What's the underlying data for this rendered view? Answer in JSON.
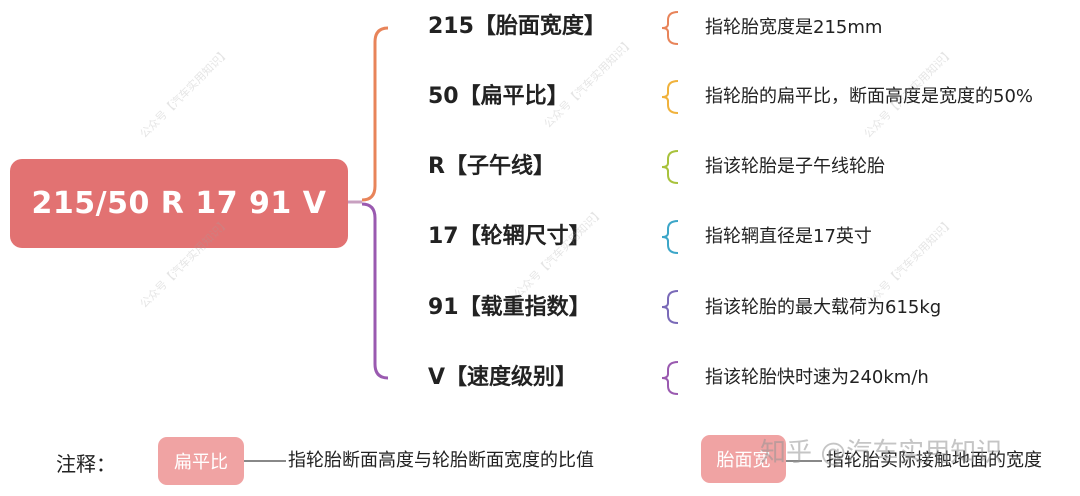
{
  "root_label": "215/50 R 17 91 V",
  "items": [
    {
      "label": "215【胎面宽度】",
      "desc": "指轮胎宽度是215mm",
      "color": "#e8845a"
    },
    {
      "label": "50【扁平比】",
      "desc": "指轮胎的扁平比，断面高度是宽度的50%",
      "color": "#f0b23c"
    },
    {
      "label": "R【子午线】",
      "desc": "指该轮胎是子午线轮胎",
      "color": "#a8c23c"
    },
    {
      "label": "17【轮辋尺寸】",
      "desc": "指轮辋直径是17英寸",
      "color": "#3ca6c8"
    },
    {
      "label": "91【载重指数】",
      "desc": "指该轮胎的最大载荷为615kg",
      "color": "#7a6ab8"
    },
    {
      "label": "V【速度级别】",
      "desc": "指该轮胎快时速为240km/h",
      "color": "#9a5ab0"
    }
  ],
  "colors": {
    "root_bg": "#e27272",
    "tag_bg": "#f0a3a3",
    "upper_bracket": "#e8845a",
    "lower_bracket": "#9a5ab0"
  },
  "notes": {
    "title": "注释：",
    "entries": [
      {
        "tag": "扁平比",
        "desc": "指轮胎断面高度与轮胎断面宽度的比值"
      },
      {
        "tag": "胎面宽",
        "desc": "指轮胎实际接触地面的宽度"
      }
    ]
  },
  "watermark": {
    "text": "公众号【汽车实用知识】",
    "zhihu": "知乎 @汽车实用知识"
  }
}
